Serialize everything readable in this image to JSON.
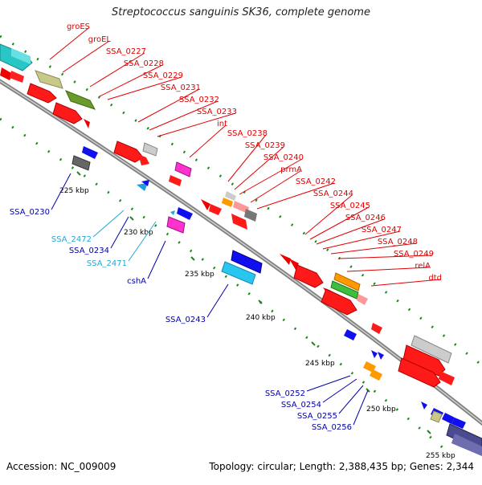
{
  "map": {
    "title": "Streptococcus sanguinis SK36, complete genome",
    "accession": "Accession: NC_009009",
    "topology": "Topology: circular; Length: 2,388,435 bp; Genes: 2,344"
  },
  "colors": {
    "backbone": "#808080",
    "cds": "#ff0000",
    "red_label": "#e00000",
    "blue_label": "#0000aa",
    "cyan_label": "#22a7d6"
  },
  "ticks": [
    {
      "label": "225 kbp"
    },
    {
      "label": "230 kbp"
    },
    {
      "label": "235 kbp"
    },
    {
      "label": "240 kbp"
    },
    {
      "label": "245 kbp"
    },
    {
      "label": "250 kbp"
    },
    {
      "label": "255 kbp"
    }
  ],
  "labels_upper": [
    "groES",
    "groEL",
    "SSA_0227",
    "SSA_0228",
    "SSA_0229",
    "SSA_0231",
    "SSA_0232",
    "SSA_0233",
    "int",
    "SSA_0238",
    "SSA_0239",
    "SSA_0240",
    "prmA",
    "SSA_0242",
    "SSA_0244",
    "SSA_0245",
    "SSA_0246",
    "SSA_0247",
    "SSA_0248",
    "SSA_0249",
    "relA",
    "dtd"
  ],
  "labels_lower": [
    {
      "text": "SSA_0230",
      "color": "blue"
    },
    {
      "text": "SSA_2472",
      "color": "cyan"
    },
    {
      "text": "SSA_0234",
      "color": "blue"
    },
    {
      "text": "SSA_2471",
      "color": "cyan"
    },
    {
      "text": "cshA",
      "color": "blue"
    },
    {
      "text": "SSA_0243",
      "color": "blue"
    },
    {
      "text": "SSA_0252",
      "color": "blue"
    },
    {
      "text": "SSA_0254",
      "color": "blue"
    },
    {
      "text": "SSA_0255",
      "color": "blue"
    },
    {
      "text": "SSA_0256",
      "color": "blue"
    }
  ]
}
